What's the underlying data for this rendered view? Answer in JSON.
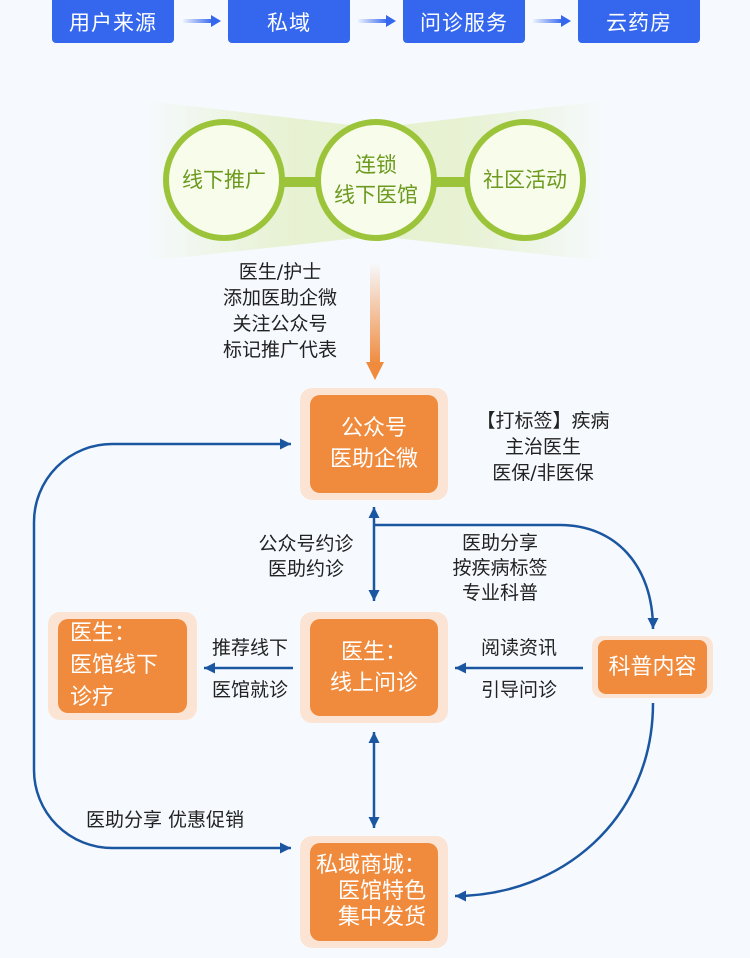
{
  "header_steps": [
    {
      "label": "用户来源"
    },
    {
      "label": "私域"
    },
    {
      "label": "问诊服务"
    },
    {
      "label": "云药房"
    }
  ],
  "channels": [
    {
      "lines": [
        "线下推广"
      ]
    },
    {
      "lines": [
        "连锁",
        "线下医馆"
      ]
    },
    {
      "lines": [
        "社区活动"
      ]
    }
  ],
  "nodes": {
    "official_account": {
      "lines": [
        "公众号",
        "医助企微"
      ]
    },
    "online_consult": {
      "lines": [
        "医生：",
        "线上问诊"
      ]
    },
    "offline_clinic": {
      "lines": [
        "医生：",
        "医馆线下",
        "诊疗"
      ]
    },
    "science_content": {
      "lines": [
        "科普内容"
      ]
    },
    "private_mall": {
      "lines": [
        "私域商城：",
        "医馆特色",
        "集中发货"
      ]
    }
  },
  "annotations": {
    "acquisition": [
      "医生/护士",
      "添加医助企微",
      "关注公众号",
      "标记推广代表"
    ],
    "tagging": [
      "【打标签】疾病",
      "主治医生",
      "医保/非医保"
    ],
    "appointment": [
      "公众号约诊",
      "医助约诊"
    ],
    "content_push": [
      "医助分享",
      "按疾病标签",
      "专业科普"
    ],
    "referral": [
      "推荐线下",
      "医馆就诊"
    ],
    "reading": [
      "阅读资讯",
      "引导问诊"
    ],
    "promotion": [
      "医助分享 优惠促销"
    ]
  },
  "colors": {
    "background": "#F6FAFF",
    "header_blue": "#3467EE",
    "circle_green": "#9CC43A",
    "circle_fill": "#F8FCEB",
    "circle_text": "#6C9A1F",
    "node_orange": "#F08B3E",
    "node_halo": "#FCE4D4",
    "connector_blue": "#1B56A0",
    "text_dark": "#222222"
  }
}
